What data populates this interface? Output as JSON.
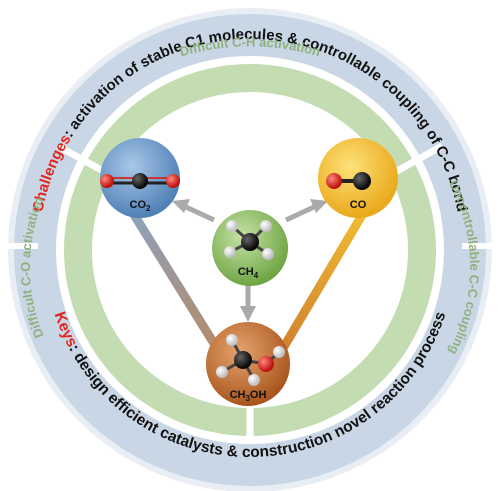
{
  "challenges": {
    "label": "Challenges",
    "text": ": activation of stable C1 molecules & controllable coupling of C-C bond"
  },
  "keys": {
    "label": "Keys",
    "text": ": design efficient catalysts & construction novel reaction process"
  },
  "inner_arcs": {
    "top": "Difficult C-H activation",
    "left": "Difficult C-O activation",
    "right": "Uncontrollable C-C coupling"
  },
  "molecules": {
    "co2": {
      "label_main": "CO",
      "label_sub": "2"
    },
    "co": {
      "label_main": "CO"
    },
    "ch4": {
      "label_main": "CH",
      "label_sub": "4"
    },
    "ch3oh": {
      "label_main": "CH",
      "label_sub": "3",
      "label_tail": "OH"
    }
  },
  "colors": {
    "outer_ring": "#c9d6e6",
    "inner_ring": "#c3dcb2",
    "highlight_red": "#e0261d",
    "co2_sphere": "#6b9ac9",
    "co_sphere": "#f4c430",
    "ch4_sphere": "#8cc063",
    "ch3oh_sphere": "#c57235"
  }
}
